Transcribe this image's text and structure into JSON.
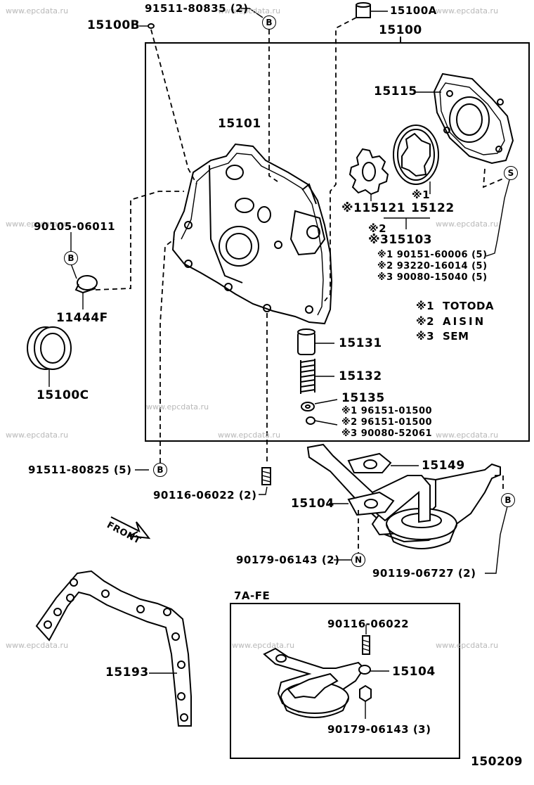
{
  "watermark": "www.epcdata.ru",
  "diagram_code": "150209",
  "assembly_number": "15100",
  "variant_label": "7A-FE",
  "front_label": "FRONT",
  "ref_marks": {
    "B": "B",
    "S": "S",
    "N": "N"
  },
  "parts": {
    "p15100A": "15100A",
    "p91511_80835": "91511-80835 (2)",
    "p15100B": "15100B",
    "p15115": "15115",
    "p15101": "15101",
    "p15121": "※115121",
    "p15121_note": "※1",
    "p15122": "15122",
    "p315103_1": "※2",
    "p315103_2": "※315103",
    "p90105": "90105-06011",
    "p11444F": "11444F",
    "p15100C": "15100C",
    "p15131": "15131",
    "p15132": "15132",
    "p15135": "15135",
    "p91511_80825": "91511-80825 (5)",
    "p90116_06022_2": "90116-06022 (2)",
    "p15149": "15149",
    "p15104": "15104",
    "p90179_06143_2": "90179-06143 (2)",
    "p90119_06727": "90119-06727 (2)",
    "p15193": "15193",
    "p90116_06022": "90116-06022",
    "p15104_b": "15104",
    "p90179_06143_3": "90179-06143 (3)"
  },
  "bolt_notes": [
    "※1 90151-60006 (5)",
    "※2 93220-16014 (5)",
    "※3 90080-15040 (5)"
  ],
  "manufacturers": [
    {
      "mark": "※1",
      "name": "TOTODA"
    },
    {
      "mark": "※2",
      "name": "AISIN"
    },
    {
      "mark": "※3",
      "name": "SEM"
    }
  ],
  "p15135_notes": [
    "※1 96151-01500",
    "※2 96151-01500",
    "※3 90080-52061"
  ]
}
